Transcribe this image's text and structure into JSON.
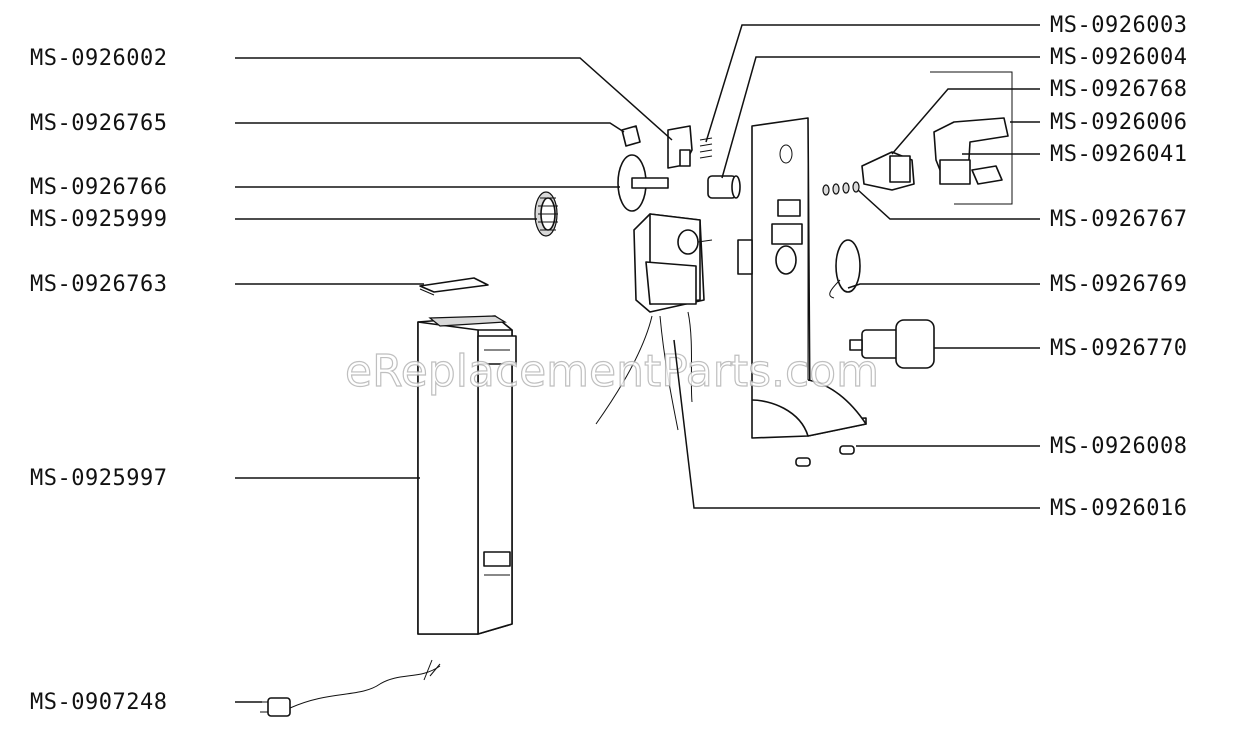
{
  "watermark": "eReplacementParts.com",
  "parts": {
    "p0926002": "MS-0926002",
    "p0926765": "MS-0926765",
    "p0926766": "MS-0926766",
    "p0925999": "MS-0925999",
    "p0926763": "MS-0926763",
    "p0925997": "MS-0925997",
    "p0907248": "MS-0907248",
    "p0926003": "MS-0926003",
    "p0926004": "MS-0926004",
    "p0926768": "MS-0926768",
    "p0926006": "MS-0926006",
    "p0926041": "MS-0926041",
    "p0926767": "MS-0926767",
    "p0926769": "MS-0926769",
    "p0926770": "MS-0926770",
    "p0926008": "MS-0926008",
    "p0926016": "MS-0926016"
  }
}
